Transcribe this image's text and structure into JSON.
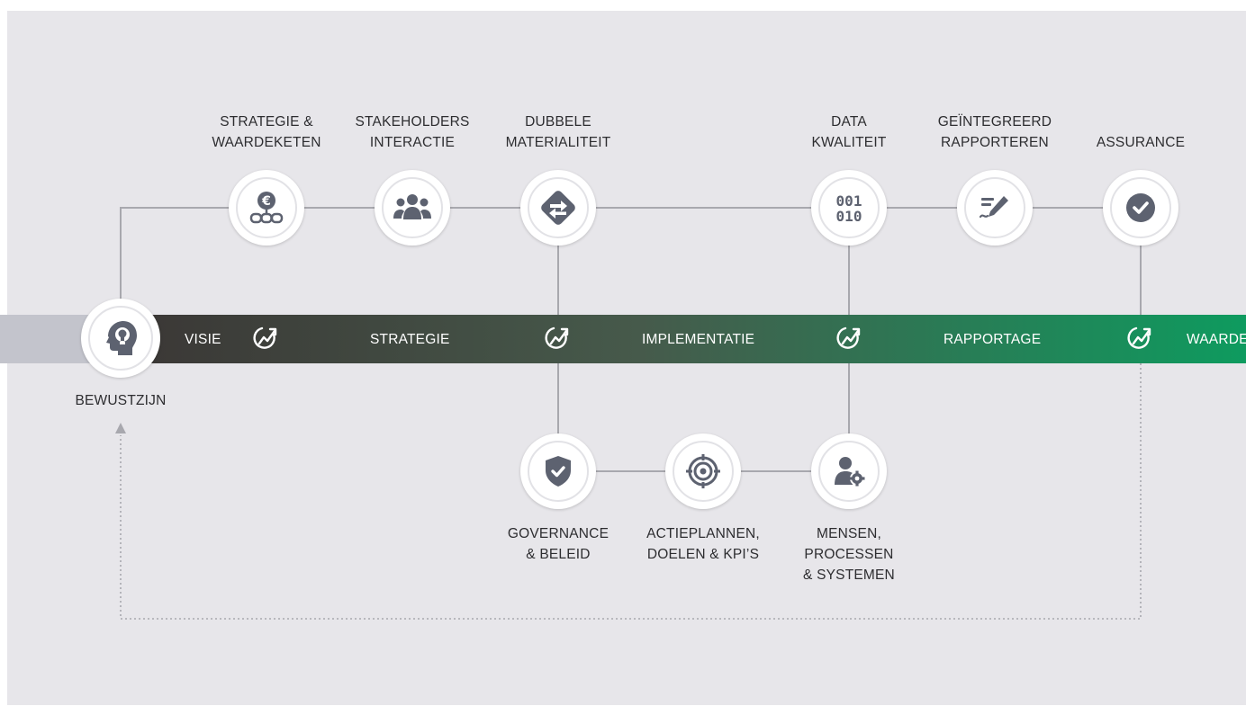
{
  "colors": {
    "background": "#e7e6ea",
    "connector": "#a8a8ae",
    "icon": "#5d6270",
    "band_start": "#3b3836",
    "band_end": "#0e9b5f",
    "band_gray": "#c3c4cc"
  },
  "band": {
    "stages": [
      "VISIE",
      "STRATEGIE",
      "IMPLEMENTATIE",
      "RAPPORTAGE",
      "WAARDE"
    ]
  },
  "start_node": {
    "label": "BEWUSTZIJN",
    "icon": "head-lightbulb-icon"
  },
  "top_nodes": [
    {
      "label": [
        "STRATEGIE &",
        "WAARDEKETEN"
      ],
      "icon": "euro-chain-icon"
    },
    {
      "label": [
        "STAKEHOLDERS",
        "INTERACTIE"
      ],
      "icon": "people-group-icon"
    },
    {
      "label": [
        "DUBBELE",
        "MATERIALITEIT"
      ],
      "icon": "exchange-arrows-icon"
    },
    {
      "label": [
        "DATA",
        "KWALITEIT"
      ],
      "icon": "binary-data-icon"
    },
    {
      "label": [
        "GEÏNTEGREERD",
        "RAPPORTEREN"
      ],
      "icon": "signature-pen-icon"
    },
    {
      "label": [
        "ASSURANCE"
      ],
      "icon": "check-circle-icon"
    }
  ],
  "bottom_nodes": [
    {
      "label": [
        "GOVERNANCE",
        "& BELEID"
      ],
      "icon": "shield-check-icon"
    },
    {
      "label": [
        "ACTIEPLANNEN,",
        "DOELEN & KPI’S"
      ],
      "icon": "target-icon"
    },
    {
      "label": [
        "MENSEN,",
        "PROCESSEN",
        "& SYSTEMEN"
      ],
      "icon": "user-gear-icon"
    }
  ]
}
